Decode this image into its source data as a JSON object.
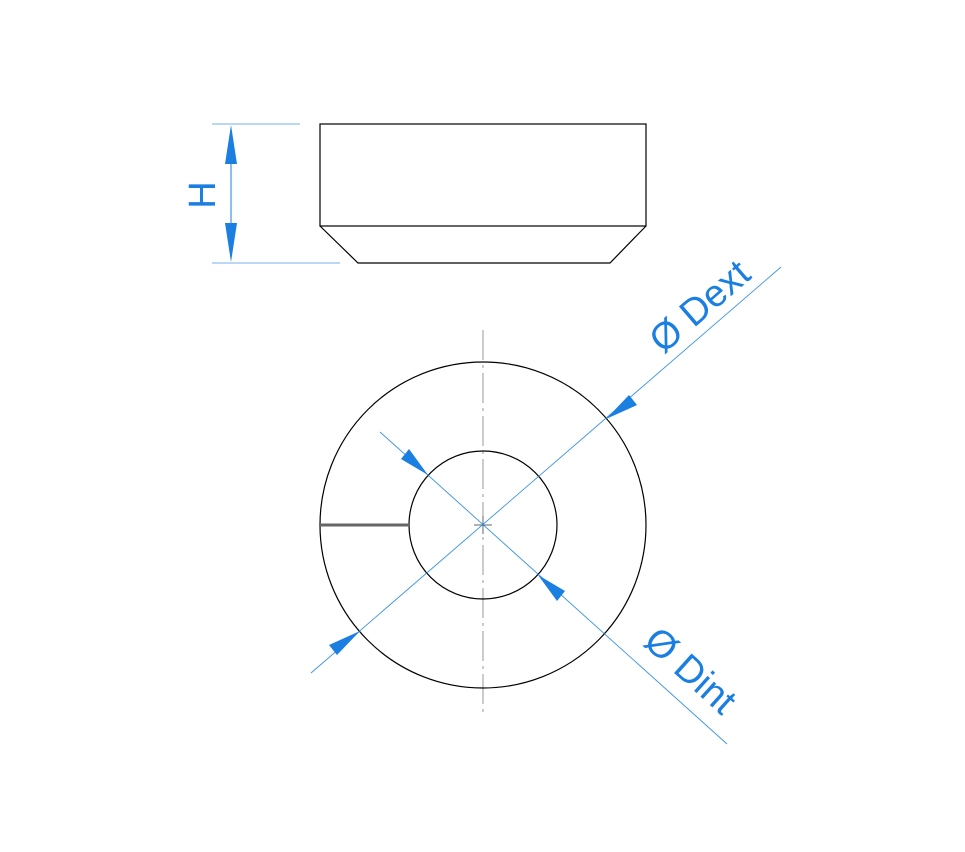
{
  "labels": {
    "height": "H",
    "outer_diameter": "Ø Dext",
    "inner_diameter": "Ø Dint"
  },
  "colors": {
    "dimension": "#1a7fe0",
    "outline": "#000000",
    "centerline": "#9a9a9a"
  }
}
